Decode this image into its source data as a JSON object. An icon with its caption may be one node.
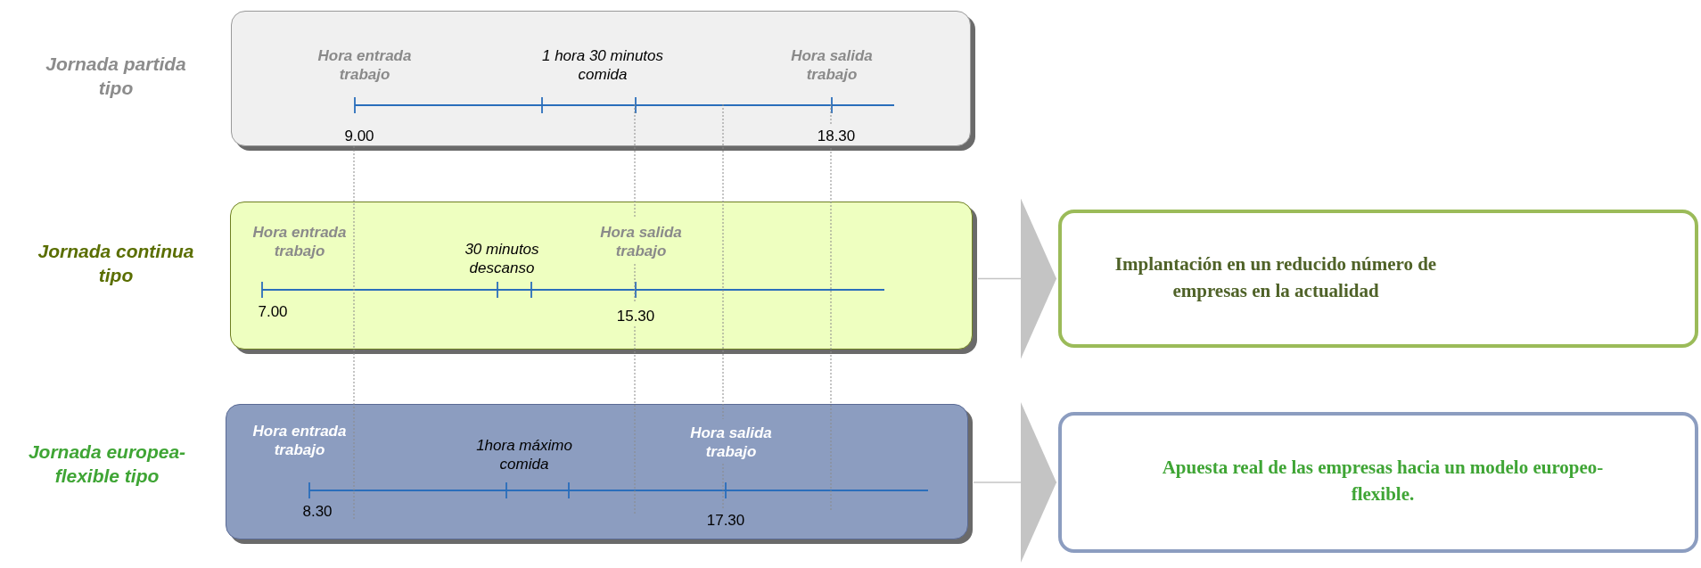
{
  "diagram": {
    "nodes": [
      {
        "text": [
          "Jornada partida tipo",
          "Hora entrada trabajo",
          "1 hora 30 minutos comida",
          "Hora salida trabajo",
          "9.00",
          "18.30"
        ]
      },
      {
        "text": [
          "Jornada continua tipo",
          "Hora entrada trabajo",
          "30 minutos descanso",
          "Hora salida trabajo",
          "7.00",
          "15.30"
        ]
      },
      {
        "text": [
          "Jornada europea-flexible tipo",
          "Hora entrada trabajo",
          "1hora máximo comida",
          "Hora salida trabajo",
          "8.30",
          "17.30"
        ]
      },
      {
        "text": [
          "Implantación en un reducido número de empresas en la actualidad"
        ]
      },
      {
        "text": [
          "Apuesta real de las empresas hacia un modelo europeo-flexible."
        ]
      }
    ],
    "edges": [
      {
        "from": 1,
        "to": 3,
        "arrow": "to"
      },
      {
        "from": 2,
        "to": 4,
        "arrow": "to"
      }
    ]
  }
}
